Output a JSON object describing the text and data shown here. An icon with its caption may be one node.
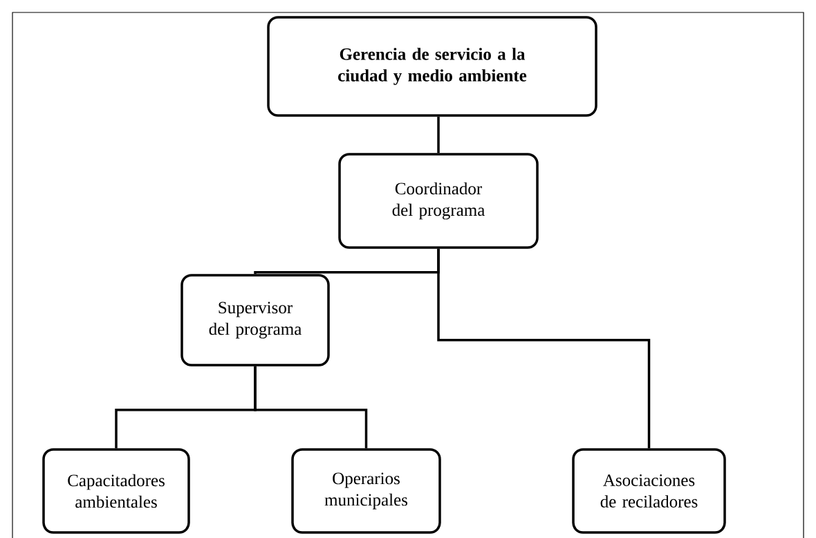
{
  "diagram": {
    "nodes": [
      {
        "text": [
          "Gerencia de servicio a la ciudad y medio ambiente"
        ]
      },
      {
        "text": [
          "Coordinador del programa"
        ]
      },
      {
        "text": [
          "Supervisor del programa"
        ]
      },
      {
        "text": [
          "Capacitadores ambientales"
        ]
      },
      {
        "text": [
          "Operarios municipales"
        ]
      },
      {
        "text": [
          "Asociaciones de reciladores"
        ]
      }
    ],
    "edges": [
      {
        "from": 0,
        "to": 1,
        "arrow": "none"
      },
      {
        "from": 1,
        "to": 2,
        "arrow": "none"
      },
      {
        "from": 1,
        "to": 5,
        "arrow": "none"
      },
      {
        "from": 2,
        "to": 3,
        "arrow": "none"
      },
      {
        "from": 2,
        "to": 4,
        "arrow": "none"
      }
    ]
  }
}
